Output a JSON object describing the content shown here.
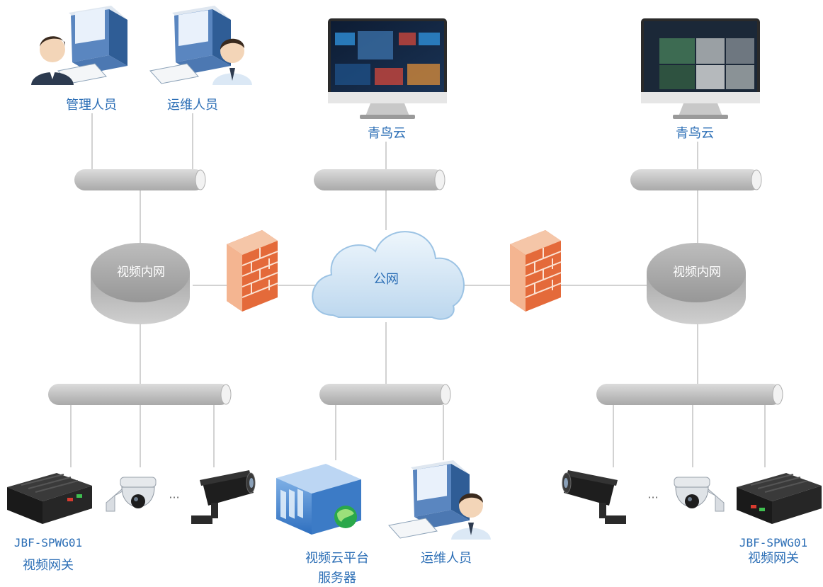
{
  "colors": {
    "label_blue": "#2a6db5",
    "line_gray": "#d0d0d0",
    "pipe_gray": "#c8c8c8",
    "firewall_orange": "#e87a4d",
    "cloud_blue": "#cfe3f3"
  },
  "top": {
    "admin_label": "管理人员",
    "ops_label": "运维人员",
    "cloud_client_left_label": "青鸟云",
    "cloud_client_right_label": "青鸟云"
  },
  "network": {
    "left_intranet_label": "视频内网",
    "right_intranet_label": "视频内网",
    "public_net_label": "公网"
  },
  "bottom": {
    "left_gateway_model": "JBF-SPWG01",
    "left_gateway_name": "视频网关",
    "left_ellipsis": "···",
    "server_label_line1": "视频云平台",
    "server_label_line2": "服务器",
    "ops_label": "运维人员",
    "right_ellipsis": "···",
    "right_gateway_model": "JBF-SPWG01",
    "right_gateway_name": "视频网关"
  },
  "icons": {
    "admin_workstation": "admin-workstation-icon",
    "ops_workstation": "ops-workstation-icon",
    "monitor": "monitor-icon",
    "pipe": "network-bus-icon",
    "disk": "intranet-router-icon",
    "firewall": "firewall-icon",
    "cloud": "cloud-icon",
    "gateway": "video-gateway-icon",
    "dome_camera": "dome-camera-icon",
    "bullet_camera": "bullet-camera-icon",
    "server": "server-icon"
  }
}
